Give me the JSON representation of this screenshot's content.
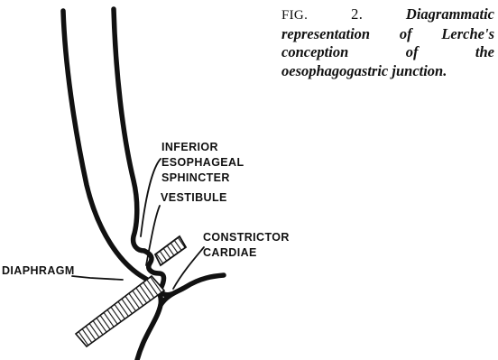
{
  "caption": {
    "figure_label": "FIG.",
    "figure_number": "2.",
    "text": "Diagrammatic representation of Lerche's conception of the oesophagogastric junction."
  },
  "labels": {
    "inferior_esophageal_sphincter": [
      "INFERIOR",
      "ESOPHAGEAL",
      "SPHINCTER"
    ],
    "vestibule": "VESTIBULE",
    "constrictor_cardiae": [
      "CONSTRICTOR",
      "CARDIAE"
    ],
    "diaphragm": "DIAPHRAGM"
  }
}
